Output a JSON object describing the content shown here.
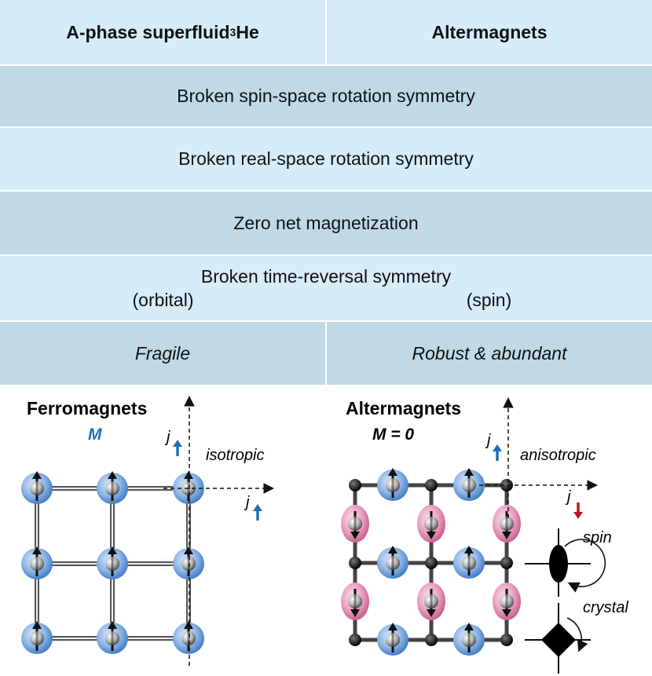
{
  "table": {
    "header": {
      "left_main": "A-phase superfluid ",
      "left_sup": "3",
      "left_tail": "He",
      "right": "Altermagnets"
    },
    "rows": [
      "Broken spin-space rotation symmetry",
      "Broken real-space rotation symmetry",
      "Zero net magnetization"
    ],
    "trs": {
      "title": "Broken time-reversal symmetry",
      "left": "(orbital)",
      "right": "(spin)"
    },
    "robustness": {
      "left": "Fragile",
      "right": "Robust & abundant"
    }
  },
  "ferro": {
    "title": "Ferromagnets",
    "m_label": "M",
    "j_label": "j",
    "iso_label": "isotropic"
  },
  "alter": {
    "title": "Altermagnets",
    "m_label": "M = 0",
    "j_label": "j",
    "aniso_label": "anisotropic",
    "spin_label": "spin",
    "crystal_label": "crystal"
  },
  "colors": {
    "header_bg": "#d6ecf8",
    "dark_row_bg": "#c0d9e4",
    "ferro_blue": "#1f6fb5",
    "down_red": "#c0161d",
    "atom_blue": "#5b95d6",
    "atom_pink": "#dc7fa6"
  }
}
